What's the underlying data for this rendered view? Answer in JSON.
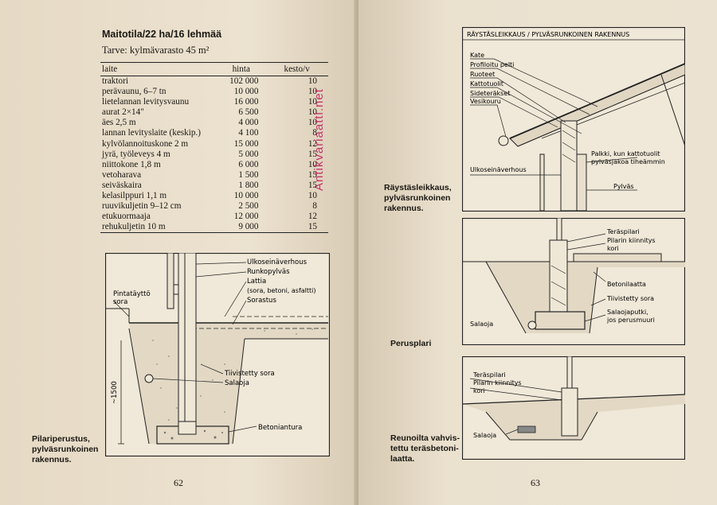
{
  "left_page": {
    "title": "Maitotila/22 ha/16 lehmää",
    "subtitle": "Tarve: kylmävarasto 45 m²",
    "table": {
      "headers": [
        "laite",
        "hinta",
        "kesto/v"
      ],
      "rows": [
        [
          "traktori",
          "102 000",
          "10"
        ],
        [
          "perävaunu, 6–7 tn",
          "10 000",
          "10"
        ],
        [
          "lietelannan levitysvaunu",
          "16 000",
          "10"
        ],
        [
          "aurat 2×14\"",
          "6 500",
          "10"
        ],
        [
          "äes 2,5 m",
          "4 000",
          "10"
        ],
        [
          "lannan levityslaite (keskip.)",
          "4 100",
          "8"
        ],
        [
          "kylvölannoituskone 2 m",
          "15 000",
          "12"
        ],
        [
          "jyrä, työleveys 4 m",
          "5 000",
          "15"
        ],
        [
          "niittokone 1,8 m",
          "6 000",
          "10"
        ],
        [
          "vetoharava",
          "1 500",
          "15"
        ],
        [
          "seiväskaira",
          "1 800",
          "15"
        ],
        [
          "kelasilppuri 1,1 m",
          "10 000",
          "10"
        ],
        [
          "ruuvikuljetin 9–12 cm",
          "2 500",
          "8"
        ],
        [
          "etukuormaaja",
          "12 000",
          "12"
        ],
        [
          "rehukuljetin 10 m",
          "9 000",
          "15"
        ]
      ]
    },
    "figure": {
      "labels": {
        "ulkoseinaverhous": "Ulkoseinäverhous",
        "runkopylvas": "Runkopylväs",
        "lattia": "Lattia",
        "lattia_sub": "(sora, betoni, asfaltti)",
        "sorastus": "Sorastus",
        "pintataytto": "Pintatäyttö",
        "pintataytto2": "sora",
        "tiivistetty_sora": "Tiivistetty sora",
        "salaoja": "Salaoja",
        "betonianturs": "Betonianturа",
        "dimension": "~1500"
      }
    },
    "caption": [
      "Pilariperustus,",
      "pylväsrunkoinen",
      "rakennus."
    ],
    "page_number": "62",
    "watermark": "Antikvariaatti.net"
  },
  "right_page": {
    "fig1": {
      "title": "RÄYSTÄSLEIKKAUS / PYLVÄSRUNKOINEN RAKENNUS",
      "labels": [
        "Kate",
        "Profiloitu pelti",
        "Ruoteet",
        "Kattotuolit",
        "Sideteräkset",
        "Vesikouru"
      ],
      "palkki": "Palkki, kun kattotuolit",
      "palkki2": "pylväsjakoa tiheämmin",
      "ulkoseinaverhous": "Ulkoseinäverhous",
      "pylvas": "Pylväs"
    },
    "fig2": {
      "labels": [
        "Teräspilari",
        "Pilarin kiinnitys",
        "kori",
        "Betonilaatta",
        "Tiivistetty sora",
        "Salaojaputki,",
        "jos perusmuuri"
      ],
      "salaoja": "Salaoja"
    },
    "fig3": {
      "labels": [
        "Teräspilari",
        "Pilarin kiinnitys",
        "kori"
      ],
      "salaoja": "Salaoja"
    },
    "caption1": [
      "Räystäsleikkaus,",
      "pylväsrunkoinen",
      "rakennus."
    ],
    "caption2": "Perusplari",
    "caption3": [
      "Reunoilta vahvis-",
      "tettu teräsbetoni-",
      "laatta."
    ],
    "page_number": "63"
  }
}
